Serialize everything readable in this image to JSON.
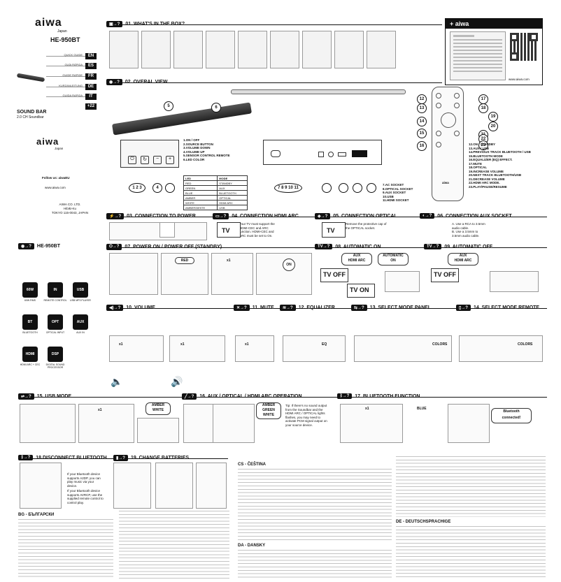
{
  "brand": "aiwa",
  "brand_sub": "Japan",
  "model": "HE-950BT",
  "product": {
    "name": "SOUND BAR",
    "sub": "2.0 CH Soundbar"
  },
  "languages": [
    {
      "label": "QUICK GUIDE",
      "code": "EN"
    },
    {
      "label": "GUÍA RÁPIDA",
      "code": "ES"
    },
    {
      "label": "GUIDE RAPIDE",
      "code": "FR"
    },
    {
      "label": "KURZANLEITUNG",
      "code": "DE"
    },
    {
      "label": "GUIDA RAPIDA",
      "code": "IT"
    },
    {
      "label": "",
      "code": "+22"
    }
  ],
  "follow": {
    "text": "Follow us: aiwaEU",
    "url": "www.aiwa.com"
  },
  "address": [
    "AIWA CO. LTD.",
    "Hibiki-Ku",
    "TOKYO 115-0043, JAPAN"
  ],
  "model_tag": "HE-950BT",
  "features": [
    {
      "icon": "60W",
      "label": "60W RMS"
    },
    {
      "icon": "IN",
      "label": "REMOTE CONTROL"
    },
    {
      "icon": "USB",
      "label": "USB MP3 PLAYER"
    },
    {
      "icon": "BT",
      "label": "BLUETOOTH"
    },
    {
      "icon": "OPT",
      "label": "OPTICAL INPUT"
    },
    {
      "icon": "AUX",
      "label": "AUX IN"
    },
    {
      "icon": "HDMI",
      "label": "HDMI ARC + CEC"
    },
    {
      "icon": "DSP",
      "label": "DIGITAL SOUND PROCESSOR"
    }
  ],
  "sections": {
    "s01": "01. WHAT'S IN THE BOX?",
    "s02": "02. OVERAL VIEW",
    "s03": "03. CONNECTION TO POWER",
    "s04": "04. CONNECTION HDMI ARC",
    "s05": "05. CONNECTION OPTICAL",
    "s06": "06. CONNECTION AUX SOCKET",
    "s07": "07. POWER ON / POWER OFF (STANDBY)",
    "s08": "08. AUTOMATIC ON",
    "s09": "09. AUTOMATIC OFF",
    "s10": "10. VOLUME",
    "s11": "11. MUTE",
    "s12": "12. EQUALIZER",
    "s13": "13. SELECT MODE PANEL",
    "s14": "14. SELECT MODE REMOTE",
    "s15": "15. USB MODE",
    "s16": "16. AUX / OPTICAL / HDMI ARC OPERATION",
    "s17": "17. BLUETOOTH FUNCTION",
    "s18": "18.DISCONNECT BLUETOOTH",
    "s19": "19. CHANGE BATTERIES"
  },
  "panel_items": [
    "1.ON / OFF",
    "2.SOURCE BUTTON",
    "3.VOLUME DOWN",
    "4.VOLUME UP",
    "5.SENSOR CONTROL REMOTE",
    "6.LED COLOR"
  ],
  "led_table": {
    "headers": [
      "LED",
      "MODE"
    ],
    "rows": [
      [
        "RED",
        "STANDBY"
      ],
      [
        "GREEN",
        "AUX"
      ],
      [
        "BLUE",
        "BLUETOOTH"
      ],
      [
        "AMBER",
        "OPTICAL"
      ],
      [
        "WHITE",
        "HDMI ARC"
      ],
      [
        "AMBER/WHITE",
        "USB"
      ]
    ]
  },
  "rear_items": [
    "7.AC SOCKET",
    "8.OPTICAL SOCKET",
    "9.AUX SOCKET",
    "10.USB",
    "11.HDMI SOCKET"
  ],
  "remote_items": [
    "12.ON / STANDBY",
    "13.AUX / USB",
    "14.PREVIOUS TRACK BLUETOOTH / USB",
    "15.BLUETOOTH MODE",
    "16.EQUALIZER (EQ) EFFECT.",
    "17.MUTE",
    "18.OPTICAL",
    "19.INCREASE VOLUME",
    "20.NEXT TRACK BLUETOOTH/USB",
    "21.DECREASE VOLUME",
    "22.HDMI ARC MODE.",
    "23.PLAY/PAUSE/RESUME"
  ],
  "labels": {
    "plus_aiwa": "+ aiwa",
    "site": "www.aiwa.com",
    "red": "RED",
    "on": "ON",
    "aux_hdmi_arc": "AUX\nHDMI ARC",
    "automatic_on": "AUTOMATIC\nON",
    "tv_off": "TV OFF",
    "tv_on": "TV ON",
    "tv": "TV",
    "x1": "x1",
    "eq": "EQ",
    "colors": "COLORS",
    "amber_white": "AMBER\nWHITE",
    "amber_green_white": "AMBER\nGREEN\nWHITE",
    "blue": "BLUE",
    "bt_connected": "Bluetooth\nconnected!",
    "aux_note": "A. Use a RCA to 3.5mm audio cable.\nB. Use a 3.5mm to 3.5mm audio cable.",
    "optical_note": "Remove the protective cap of the OPTICAL socket.",
    "hdmi_note": "Your TV must support the HDMI-CEC and ARC function. HDMI-CEC and ARC must be set to On.",
    "tip_note": "Tip: If there's no sound output from the Soundbar and the HDMI ARC / OPTICAL lights flashes, you may need to activate PCM signal output on your source device.",
    "disconnect_note_a": "If your Bluetooth device supports A2DP, you can play music via your device.",
    "disconnect_note_b": "If your Bluetooth device supports AVRCP, use the supplied remote control to control play.",
    "remote_brand": "aiwa"
  },
  "text_blocks": {
    "bg_title": "BG - БЪЛГАРСКИ",
    "cs_title": "CS - ČEŠTINA",
    "da_title": "DA - DANSKY",
    "de_title": "DE - DEUTSCHSPRACHIGE"
  },
  "colors": {
    "ink": "#111111",
    "accent": "#111111",
    "blue": "#1e63c4",
    "green": "#2e9c3a",
    "red": "#c22"
  }
}
